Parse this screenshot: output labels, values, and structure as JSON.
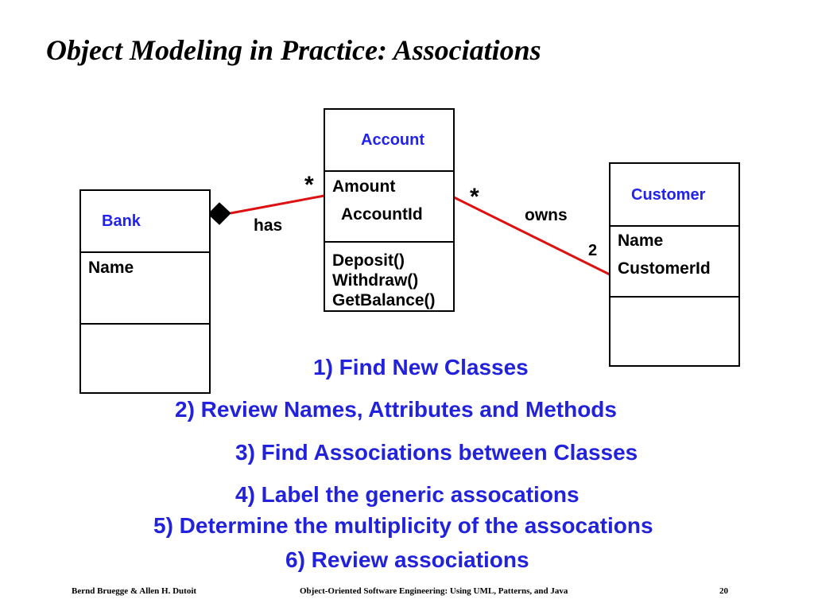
{
  "title": "Object Modeling in Practice: Associations",
  "classes": {
    "bank": {
      "name": "Bank",
      "attributes": [
        "Name"
      ],
      "methods": []
    },
    "account": {
      "name": "Account",
      "attributes": [
        "Amount",
        "AccountId"
      ],
      "methods": [
        "Deposit()",
        "Withdraw()",
        "GetBalance()"
      ]
    },
    "customer": {
      "name": "Customer",
      "attributes": [
        "Name",
        "CustomerId"
      ],
      "methods": []
    }
  },
  "associations": {
    "has": {
      "label": "has",
      "account_multiplicity": "*",
      "aggregation": "composition"
    },
    "owns": {
      "label": "owns",
      "account_multiplicity": "*",
      "customer_multiplicity": "2"
    }
  },
  "steps": [
    "1) Find New Classes",
    "2) Review Names, Attributes and Methods",
    "3) Find Associations between Classes",
    "4) Label the generic assocations",
    "5) Determine the multiplicity of the assocations",
    "6) Review associations"
  ],
  "footer": {
    "authors": "Bernd Bruegge & Allen H. Dutoit",
    "book": "Object-Oriented Software Engineering: Using UML, Patterns, and Java",
    "page": "20"
  },
  "colors": {
    "class_name": "#2222ee",
    "steps": "#2222dd",
    "association_line": "#dd1111"
  }
}
